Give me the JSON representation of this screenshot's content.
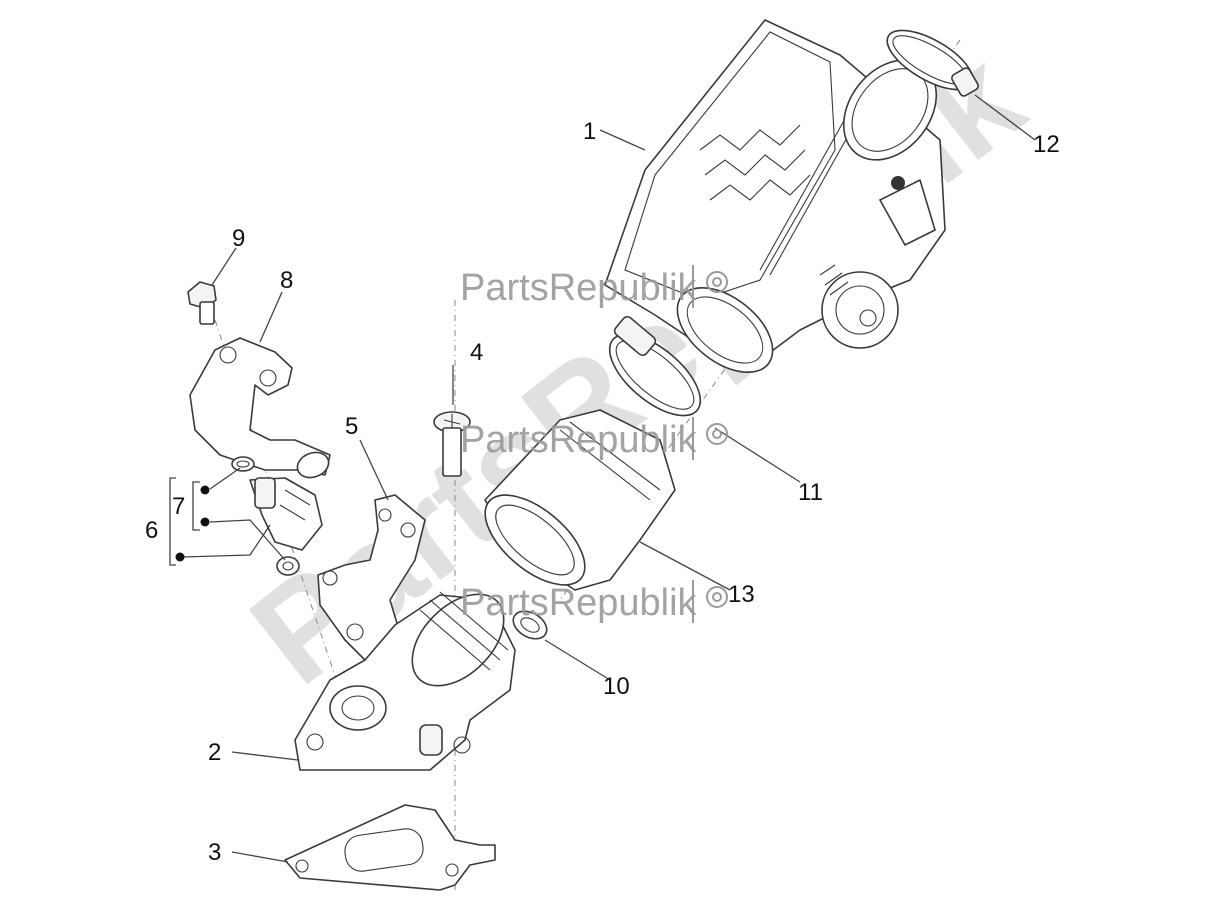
{
  "diagram": {
    "callouts": [
      {
        "id": "1",
        "label": "1"
      },
      {
        "id": "2",
        "label": "2"
      },
      {
        "id": "3",
        "label": "3"
      },
      {
        "id": "4",
        "label": "4"
      },
      {
        "id": "5",
        "label": "5"
      },
      {
        "id": "6",
        "label": "6"
      },
      {
        "id": "7",
        "label": "7"
      },
      {
        "id": "8",
        "label": "8"
      },
      {
        "id": "9",
        "label": "9"
      },
      {
        "id": "10",
        "label": "10"
      },
      {
        "id": "11",
        "label": "11"
      },
      {
        "id": "12",
        "label": "12"
      },
      {
        "id": "13",
        "label": "13"
      }
    ],
    "watermark": {
      "brand": "PartsRepublik",
      "big": "PartsRepublik"
    }
  }
}
